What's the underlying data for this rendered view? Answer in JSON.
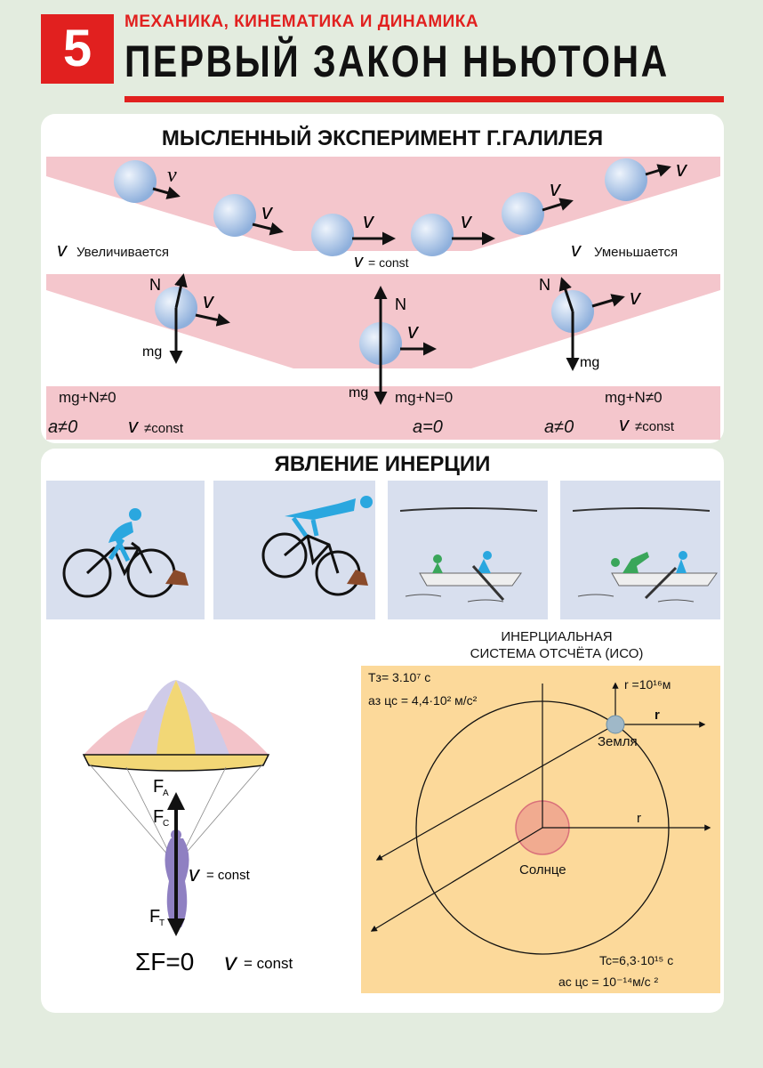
{
  "header": {
    "number": "5",
    "subtitle": "МЕХАНИКА, КИНЕМАТИКА И ДИНАМИКА",
    "title": "ПЕРВЫЙ ЗАКОН НЬЮТОНА"
  },
  "galileo": {
    "title": "МЫСЛЕННЫЙ ЭКСПЕРИМЕНТ Г.ГАЛИЛЕЯ",
    "top_row": {
      "left_label": "Увеличивается",
      "mid_label": "= const",
      "right_label": "Уменьшается"
    },
    "bottom_row": {
      "left_formula": "mg+N≠0",
      "mid_formula": "mg+N=0",
      "right_formula": "mg+N≠0",
      "left_a": "a≠0",
      "left_v": "≠const",
      "mid_a": "a=0",
      "right_a": "a≠0",
      "right_v": "≠const",
      "label_N": "N",
      "label_mg": "mg"
    }
  },
  "inertia": {
    "title": "ЯВЛЕНИЕ ИНЕРЦИИ",
    "parachute": {
      "label_FA": "F",
      "sub_A": "A",
      "label_FC": "F",
      "sub_C": "C",
      "label_FT": "F",
      "sub_T": "T",
      "v_const": "= const",
      "sum_formula": "ΣF=0",
      "sum_v": "= const"
    },
    "iso": {
      "title_line1": "ИНЕРЦИАЛЬНАЯ",
      "title_line2": "СИСТЕМА ОТСЧЁТА (ИСО)",
      "earth_period": "Tз= 3.10⁷ с",
      "earth_accel": "aз цс = 4,4·10² м/с²",
      "r_value": "r =10¹⁶м",
      "r_label": "r",
      "earth_label": "Земля",
      "sun_label": "Солнце",
      "sun_period": "Tc=6,3·10¹⁵ с",
      "sun_accel": "ac цс = 10⁻¹⁴м/с ²"
    }
  },
  "colors": {
    "accent_red": "#e1201f",
    "pink_band": "#f4c6cc",
    "ball_blue": "#a9c4e8",
    "iso_bg": "#fcd99a",
    "illus_bg": "#d8dfee"
  }
}
